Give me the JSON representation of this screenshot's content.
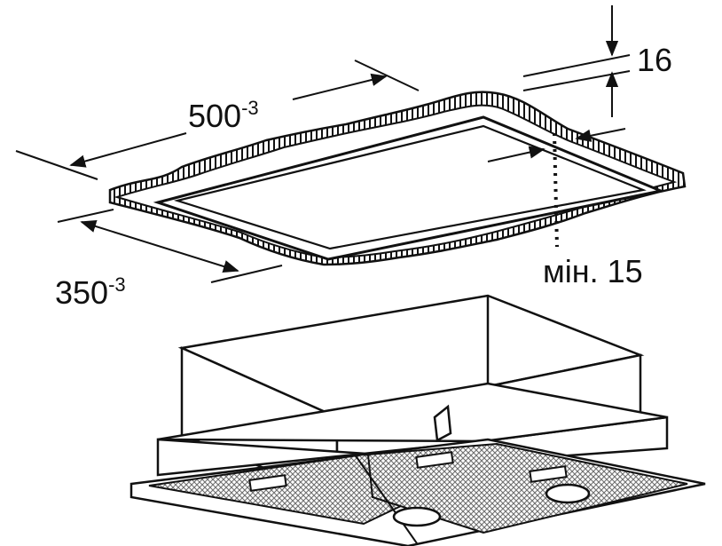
{
  "labels": {
    "width": {
      "base": "500",
      "sup": "-3"
    },
    "depth": {
      "base": "350",
      "sup": "-3"
    },
    "thickness": "16",
    "min_distance": "мін. 15"
  },
  "colors": {
    "line": "#111111",
    "background": "#ffffff",
    "mesh": "#6f6f6f"
  }
}
